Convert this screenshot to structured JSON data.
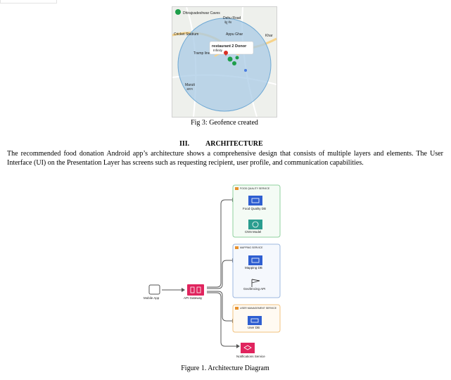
{
  "page": {
    "top_label": ""
  },
  "map": {
    "place_top": "Dhirajvadeshwar Caves",
    "road_label": "Dehu Road",
    "road_sub": "देहू रोड",
    "place_left": "Cricket Stadium",
    "place_mid": "Appu Ghar",
    "place_right": "Khar",
    "place_tl": "Tramp line Park",
    "restaurant_label": "restaurant 2 Donor",
    "restaurant_sub": "Infinity",
    "place_lower_left": "Maruti",
    "place_lower_left2": "आगम",
    "colors": {
      "circle_fill": "#a9cbe6",
      "circle_stroke": "#6ea8d4",
      "pin_red": "#d93025",
      "pin_green": "#1e9e4a"
    }
  },
  "fig3_caption": "Fig 3: Geofence created",
  "section": {
    "number": "III.",
    "title": "ARCHITECTURE"
  },
  "paragraph": "The recommended food donation Android app’s architecture shows a comprehensive design that consists of multiple layers and elements. The User Interface (UI) on the Presentation Layer has screens such as requesting recipient, user profile, and communication capabilities.",
  "diagram": {
    "mobile_app": "Mobile App",
    "api_gateway": "API Gateway",
    "food_quality_service": "FOOD QUALITY SERVICE",
    "food_quality_db": "Food Quality DB",
    "cnn_model": "CNN Model",
    "mapping_service": "MAPPING SERVICE",
    "mapping_db": "Mapping DB",
    "geofencing_api": "Geofencing API",
    "user_management_service": "USER MANAGEMENT SERVICE",
    "user_db": "User DB",
    "notifications_service": "Notifications Service",
    "colors": {
      "green_border": "#8fd19e",
      "green_fill": "#f4fbf5",
      "blue_border": "#9db8e0",
      "blue_fill": "#f5f8fd",
      "orange_border": "#f1c27d",
      "orange_fill": "#fffaf2",
      "pink": "#e0245e",
      "db_blue": "#2f5fd1",
      "teal": "#2a9d8f",
      "line": "#555555"
    }
  },
  "figure1_caption": "Figure 1. Architecture Diagram"
}
